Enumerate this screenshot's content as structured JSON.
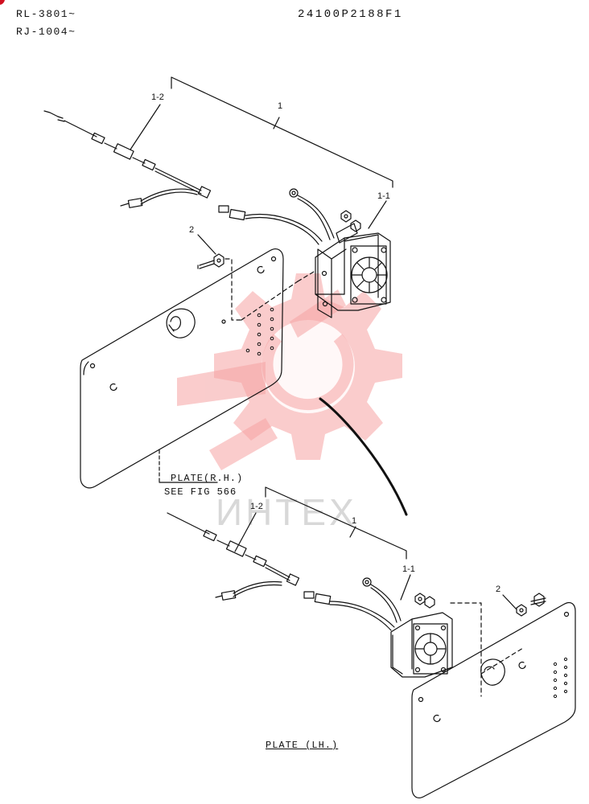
{
  "header": {
    "model_line_1": "RL-3801~",
    "model_line_2": "RJ-1004~",
    "part_code": "24100P2188F1"
  },
  "callouts": {
    "top_assembly": "1",
    "top_sub_1": "1-1",
    "top_sub_2": "1-2",
    "top_bolt": "2",
    "bottom_assembly": "1",
    "bottom_sub_1": "1-1",
    "bottom_sub_2": "1-2",
    "bottom_bolt": "2"
  },
  "notes": {
    "plate_rh": "PLATE(R.H.)",
    "see_fig": "SEE FIG 566",
    "plate_lh": "PLATE (LH.)"
  },
  "watermark": {
    "text": "ИНТЕХ",
    "color": "#f08080"
  }
}
